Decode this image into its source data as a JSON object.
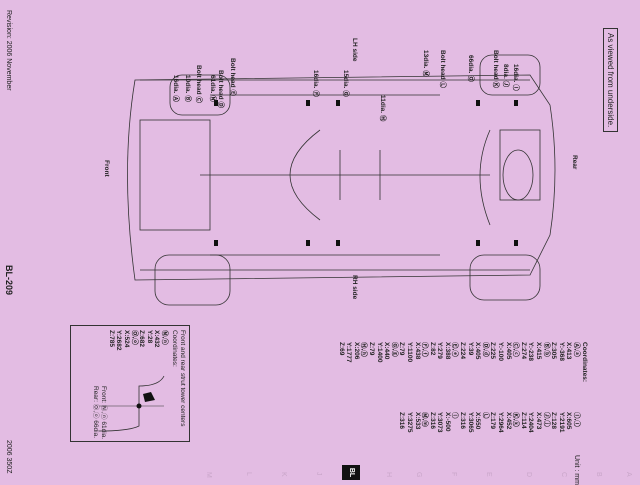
{
  "header": {
    "caption": "As viewed from underside.",
    "unit": "Unit : mm"
  },
  "directions": {
    "rear": "Rear",
    "front": "Front",
    "lh": "LH side",
    "rh": "RH side"
  },
  "callouts": [
    "16dia. Ⓘ",
    "8dia. Ⓙ",
    "Bolt head Ⓚ",
    "66dia. Ⓞ",
    "Bolt head Ⓛ",
    "13dia. Ⓜ",
    "11dia. Ⓗ",
    "15dia. Ⓖ",
    "16dia. Ⓕ",
    "Bolt head Ⓔ",
    "Bolt head Ⓓ",
    "61dia. Ⓝ",
    "Bolt head Ⓒ",
    "10dia. Ⓑ",
    "16dia. Ⓐ"
  ],
  "coordinates": {
    "title": "Coordinates:",
    "col1": [
      "Ⓐ,ⓐ",
      "X:413",
      "Y:-368",
      "Z:305",
      "Ⓑ,ⓑ",
      "X:415",
      "Y:-238",
      "Z:274",
      "Ⓒ,ⓒ",
      "X:405",
      "Y:-100",
      "Z:225",
      "Ⓓ,ⓓ",
      "X:405",
      "Y:39",
      "Z:224",
      "Ⓔ,ⓔ",
      "X:388",
      "Y:279",
      "Z:82",
      "Ⓕ,ⓕ",
      "X:438",
      "Y:1100",
      "Z:79",
      "Ⓖ,ⓖ",
      "X:440",
      "Y:1400",
      "Z:79",
      "Ⓗ,ⓗ",
      "X:206",
      "Y:1777",
      "Z:69"
    ],
    "col2": [
      "Ⓘ,ⓘ",
      "X:605",
      "Y:2191",
      "Z:128",
      "Ⓙ,ⓙ",
      "X:473",
      "Y:2404",
      "Z:114",
      "Ⓚ,ⓚ",
      "X:452",
      "Y:2964",
      "Z:179",
      "Ⓛ",
      "X:550",
      "Y:3065",
      "Z:316",
      "ⓛ",
      "X:-500",
      "Y:3073",
      "Z:316",
      "Ⓜ,ⓜ",
      "X:533",
      "Y:3275",
      "Z:316"
    ]
  },
  "inset": {
    "title": "Front and rear strut tower centers",
    "subtitle": "Coordinates:",
    "lines": [
      "Ⓝ,ⓝ",
      "X:432",
      "Y:28",
      "Z:682",
      "Ⓞ,ⓞ",
      "X:524",
      "Y:2682",
      "Z:785"
    ],
    "front": "Front: Ⓝ,ⓝ 61dia.",
    "rear": "Rear: Ⓞ,ⓞ 66dia."
  },
  "footer": {
    "revision": "Revision: 2006 November",
    "page": "BL-209",
    "model": "2006 350Z"
  },
  "side_index": {
    "active": "BL",
    "letters": [
      "A",
      "B",
      "C",
      "D",
      "E",
      "F",
      "G",
      "H",
      "J",
      "K",
      "L",
      "M"
    ]
  }
}
